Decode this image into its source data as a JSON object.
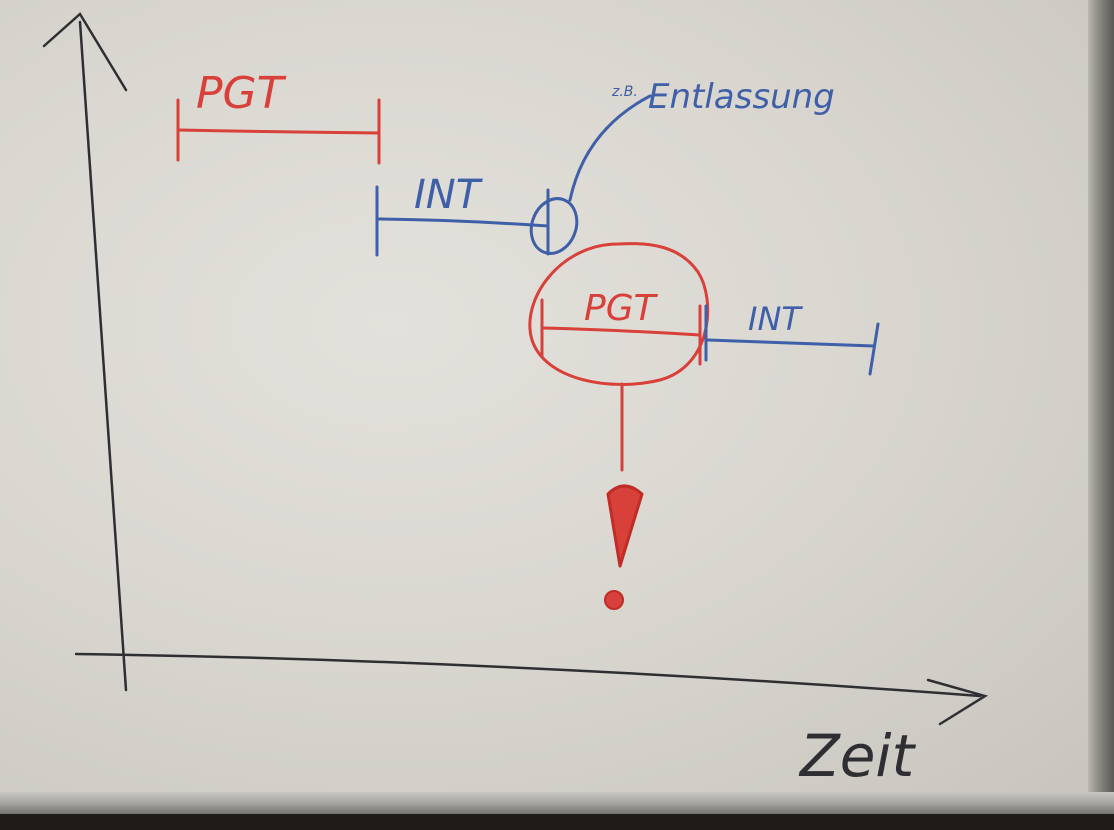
{
  "board": {
    "pgt_top_label": "PGT",
    "int_top_label": "INT",
    "annotation_prefix": "z.B.",
    "annotation_word": "Entlassung",
    "pgt_circled_label": "PGT",
    "int_right_label": "INT",
    "x_axis_label": "Zeit"
  },
  "colors": {
    "red_marker": "#d8403a",
    "blue_marker": "#3f5fa8",
    "black_marker": "#2f2f33"
  },
  "icons": [
    "exclamation-mark-icon",
    "axis-arrow-icon"
  ]
}
